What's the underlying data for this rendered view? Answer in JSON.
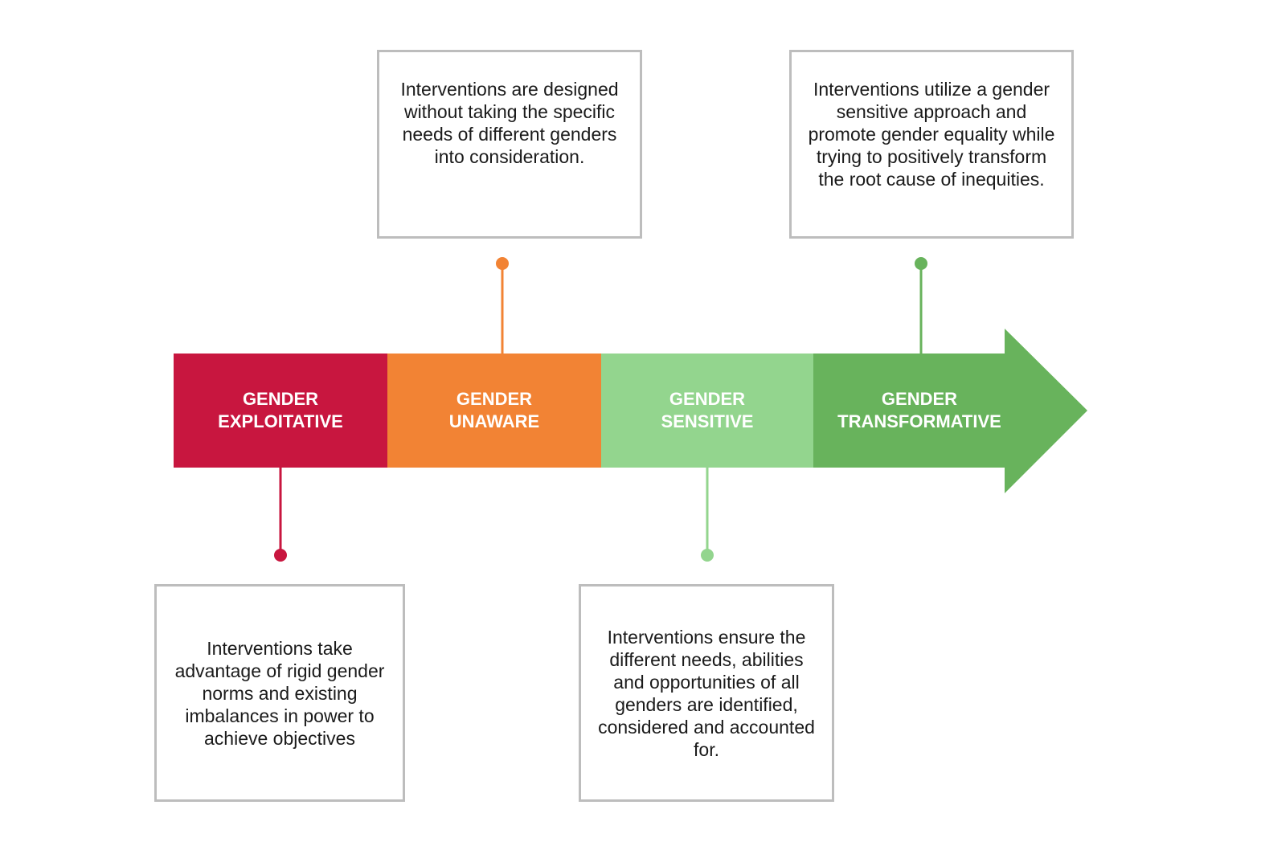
{
  "colors": {
    "exploitative": "#c8163f",
    "unaware": "#f28334",
    "sensitive": "#93d58e",
    "transformative": "#68b35c",
    "box_border": "#bdbdbd",
    "text": "#1a1a1a"
  },
  "stages": [
    {
      "label": "GENDER\nEXPLOITATIVE",
      "description": "Interventions take advantage of rigid gender norms and existing imbalances in power to achieve objectives"
    },
    {
      "label": "GENDER\nUNAWARE",
      "description": "Interventions are designed without taking the specific needs of different genders into consideration."
    },
    {
      "label": "GENDER\nSENSITIVE",
      "description": "Interventions ensure the different needs, abilities and opportunities of all genders are identified, considered and accounted for."
    },
    {
      "label": "GENDER\nTRANSFORMATIVE",
      "description": "Interventions utilize a gender sensitive approach and promote gender equality while trying to positively transform the root cause of inequities."
    }
  ]
}
